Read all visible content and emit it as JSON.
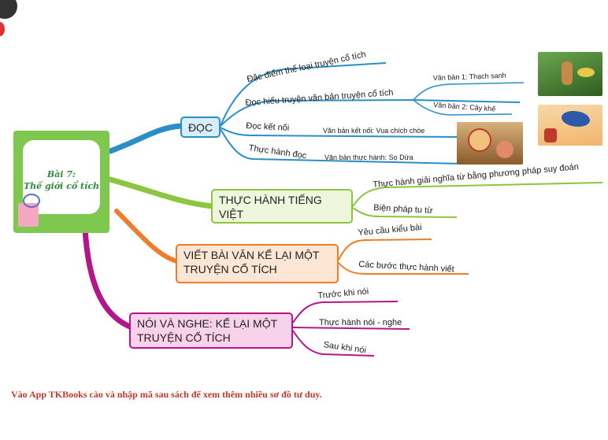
{
  "center": {
    "line1": "Bài 7:",
    "line2": "Thế giới cổ tích"
  },
  "branches": {
    "doc": {
      "label": "ĐỌC",
      "items": {
        "dac_diem": "Đặc điểm thể loại truyện cổ tích",
        "doc_hieu": "Đọc hiểu truyện văn bản truyện cổ tích",
        "vb1": "Văn bản 1: Thạch sanh",
        "vb2": "Văn bản 2: Cây khế",
        "doc_ket_noi": "Đọc kết nối",
        "vb_ket_noi": "Văn bản kết nối: Vua chích chòe",
        "thuc_hanh_doc": "Thực hành đọc",
        "vb_thuc_hanh": "Văn bản thực hành: Sọ Dừa"
      }
    },
    "tieng_viet": {
      "label": "THỰC HÀNH TIẾNG VIỆT",
      "items": {
        "giai_nghia": "Thực hành giải nghĩa từ bằng phương pháp suy đoán",
        "bien_phap": "Biện pháp tu từ"
      }
    },
    "viet": {
      "label": "VIẾT BÀI VĂN KỂ LẠI MỘT TRUYỆN CỔ TÍCH",
      "items": {
        "yeu_cau": "Yêu cầu kiểu bài",
        "cac_buoc": "Các bước thực hành viết"
      }
    },
    "noi_nghe": {
      "label": "NÓI VÀ NGHE: KỂ LẠI MỘT TRUYỆN CỔ TÍCH",
      "items": {
        "truoc": "Trước khi nói",
        "thuc_hanh": "Thực hành nói - nghe",
        "sau": "Sau khi nói"
      }
    }
  },
  "footer": "Vào App TKBooks cào và nhập mã sau sách để xem thêm nhiều sơ đồ tư duy.",
  "colors": {
    "doc": "#2a8fc6",
    "tieng_viet": "#8cc63f",
    "viet": "#ee7d2b",
    "noi_nghe": "#b3168a",
    "card_green": "#7ec850",
    "footer": "#c0392b"
  }
}
